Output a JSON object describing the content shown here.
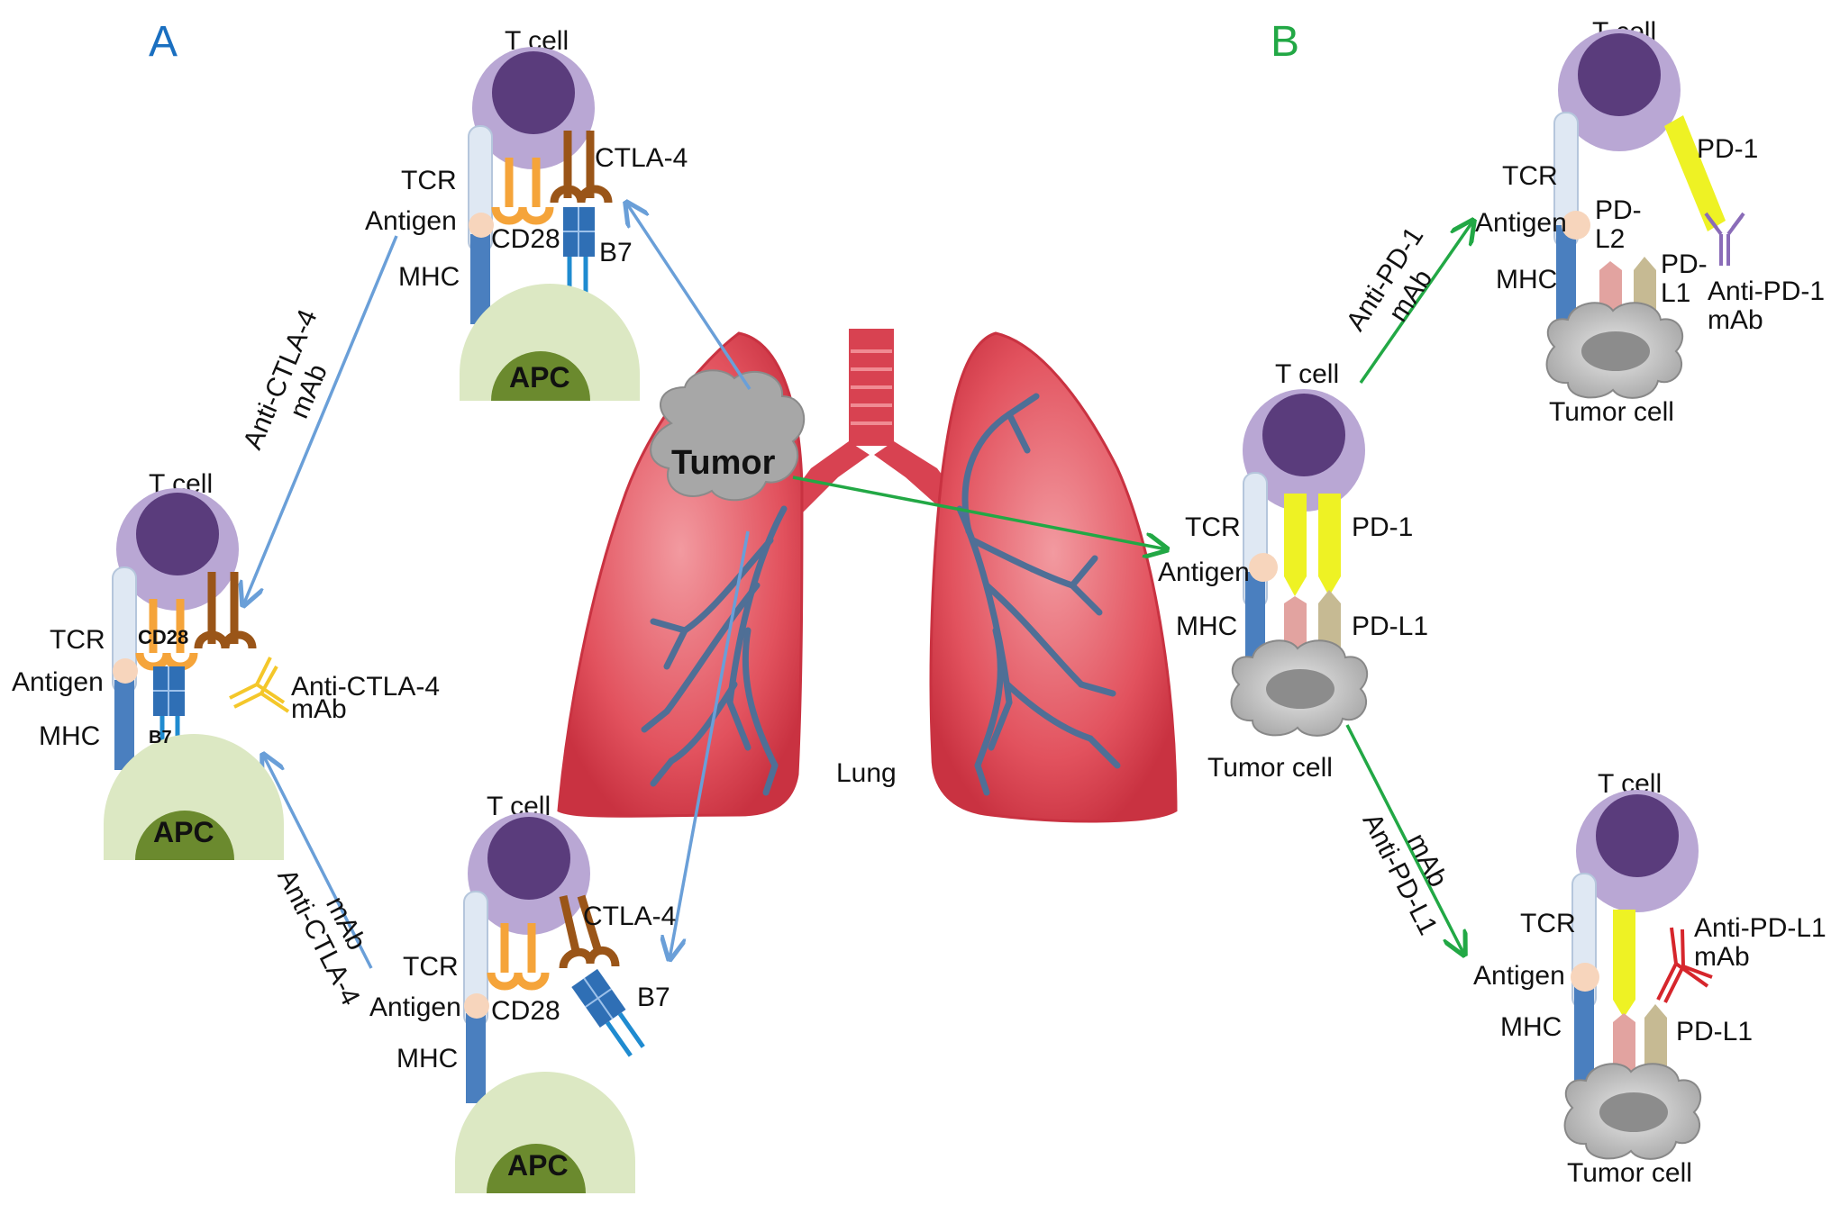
{
  "panel_a": {
    "letter": "A",
    "top": {
      "t_cell": "T cell",
      "ctla4": "CTLA-4",
      "tcr": "TCR",
      "antigen": "Antigen",
      "cd28": "CD28",
      "b7": "B7",
      "mhc": "MHC",
      "apc": "APC"
    },
    "left": {
      "t_cell": "T cell",
      "tcr": "TCR",
      "cd28": "CD28",
      "antigen": "Antigen",
      "antibody_line1": "Anti-CTLA-4",
      "antibody_line2": "mAb",
      "mhc": "MHC",
      "b7": "B7",
      "apc": "APC"
    },
    "bottom": {
      "t_cell": "T cell",
      "ctla4": "CTLA-4",
      "tcr": "TCR",
      "antigen": "Antigen",
      "cd28": "CD28",
      "b7": "B7",
      "mhc": "MHC",
      "apc": "APC"
    },
    "arrow_upper_line1": "Anti-CTLA-4",
    "arrow_upper_line2": "mAb",
    "arrow_lower_line1": "Anti-CTLA-4",
    "arrow_lower_line2": "mAb"
  },
  "center": {
    "tumor": "Tumor",
    "lung": "Lung"
  },
  "panel_b": {
    "letter": "B",
    "middle": {
      "t_cell": "T cell",
      "tcr": "TCR",
      "pd1": "PD-1",
      "antigen": "Antigen",
      "mhc": "MHC",
      "pdl1": "PD-L1",
      "tumor_cell": "Tumor cell"
    },
    "top": {
      "t_cell": "T cell",
      "pd1": "PD-1",
      "tcr": "TCR",
      "antigen": "Antigen",
      "pdl2_a": "PD-",
      "pdl2_b": "L2",
      "pdl1_a": "PD-",
      "pdl1_b": "L1",
      "mhc": "MHC",
      "antibody_line1": "Anti-PD-1",
      "antibody_line2": "mAb",
      "tumor_cell": "Tumor cell"
    },
    "bottom": {
      "t_cell": "T cell",
      "tcr": "TCR",
      "antibody_line1": "Anti-PD-L1",
      "antibody_line2": "mAb",
      "antigen": "Antigen",
      "mhc": "MHC",
      "pdl1": "PD-L1",
      "tumor_cell": "Tumor cell"
    },
    "arrow_upper_line1": "Anti-PD-1",
    "arrow_upper_line2": "mAb",
    "arrow_lower_line1": "Anti-PD-L1",
    "arrow_lower_line2": "mAb"
  },
  "colors": {
    "panel_a": "#1a6fc0",
    "panel_b": "#22a845",
    "arrow_a": "#6a9fd8",
    "arrow_b": "#22a845",
    "tcell_outer": "#b9a7d4",
    "tcell_inner": "#5a3c7c",
    "apc_outer": "#dce8c3",
    "apc_inner": "#6b8a2e",
    "tcr": "#dfe8f3",
    "mhc": "#4a7fbf",
    "antigen": "#f7d5bc",
    "cd28": "#f5a43a",
    "ctla4": "#9a5518",
    "b7": "#2f6fb5",
    "pd1": "#eef224",
    "pdl1": "#c6ba93",
    "pdl2": "#e2a3a0",
    "anti_pd1": "#8a6cb8",
    "anti_pdl1": "#d6262c",
    "anti_ctla4": "#f4c72a",
    "lung": "#e2525e",
    "bronchi": "#4f6f96",
    "tumor": "#a7a7a7"
  }
}
